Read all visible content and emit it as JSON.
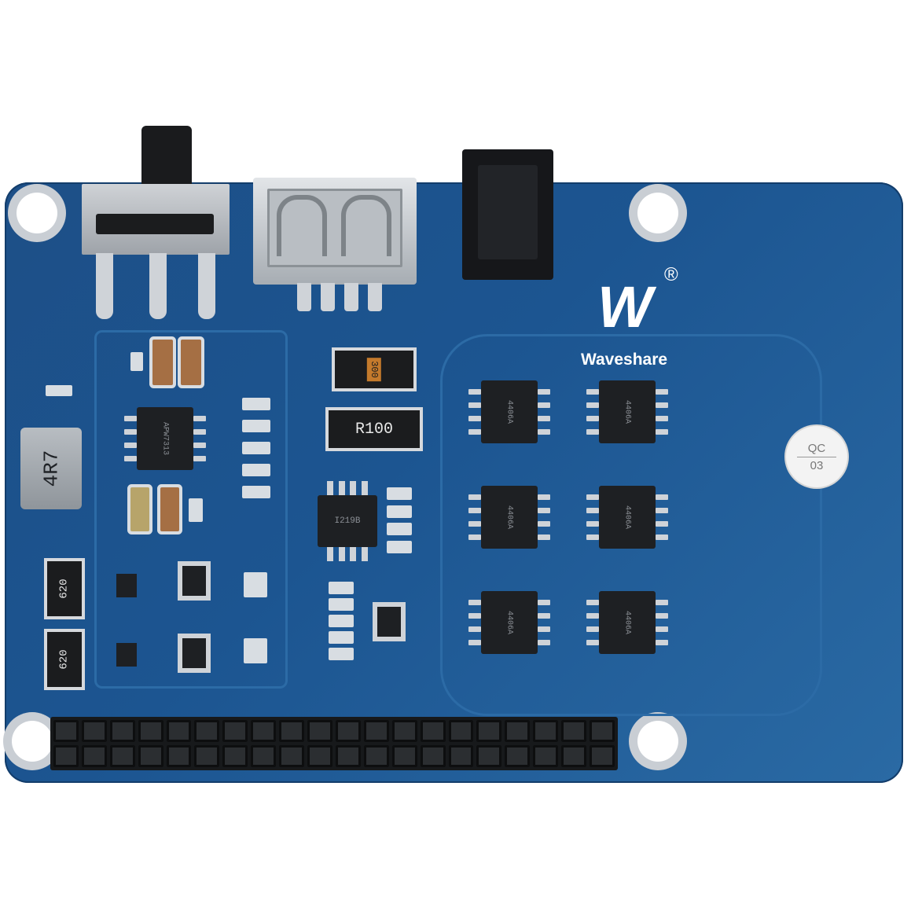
{
  "brand": {
    "name": "Waveshare",
    "mark": "W",
    "registered": "®"
  },
  "qc_sticker": {
    "line1": "QC",
    "line2": "03"
  },
  "components": {
    "inductor": "4R7",
    "resistor_main": "R100",
    "resistor_small": "300",
    "shunt_1": "620",
    "shunt_2": "620",
    "regulator": "APW7313",
    "amp": "I219B",
    "mosfet": "4406A"
  },
  "colors": {
    "pcb": "#1c5591",
    "silk": "#ffffff",
    "metal": "#cfd3d8",
    "chip": "#1e2023"
  }
}
